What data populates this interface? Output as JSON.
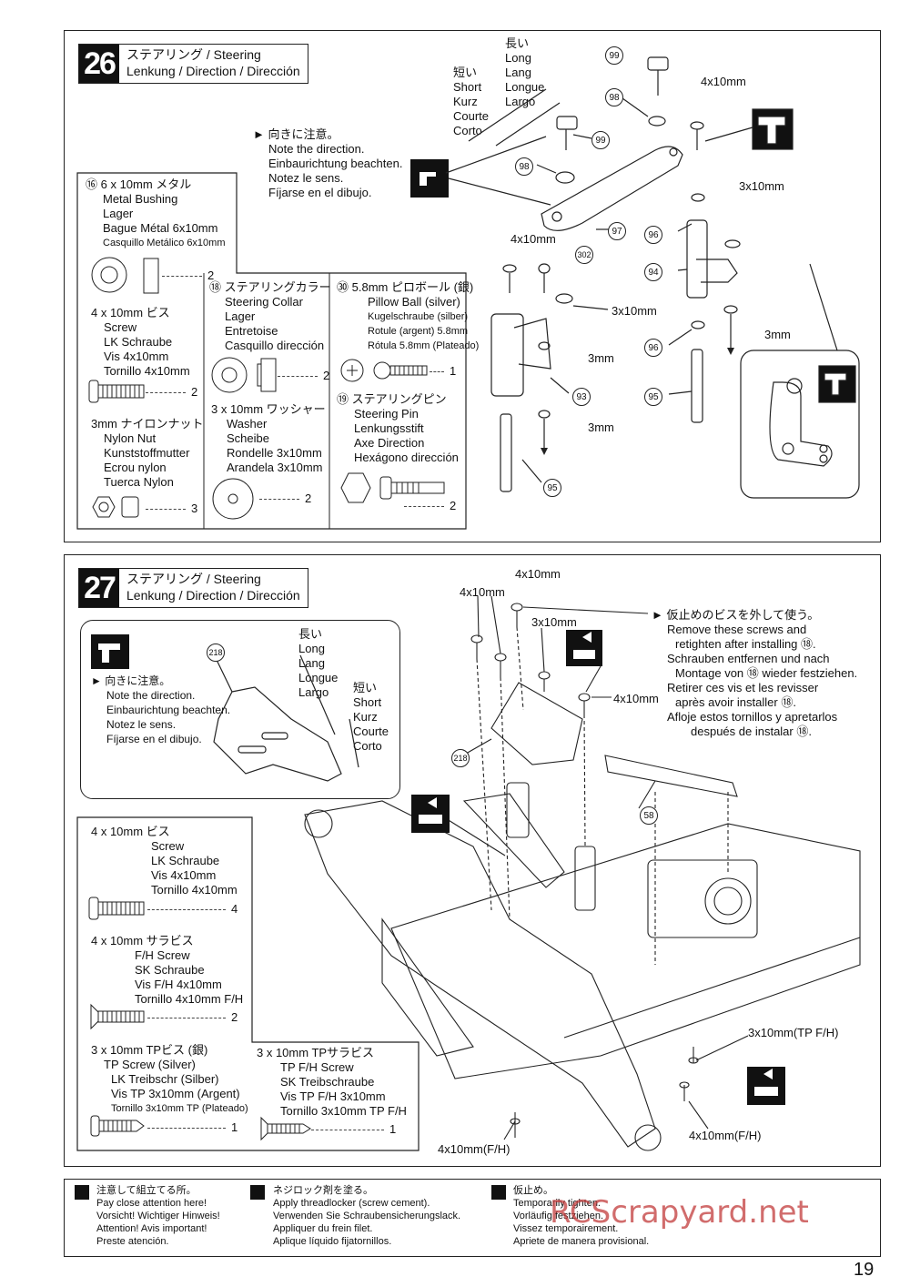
{
  "step26": {
    "number": "26",
    "title_line1": "ステアリング  / Steering",
    "title_line2": "Lenkung / Direction / Dirección",
    "length_long": [
      "長い",
      "Long",
      "Lang",
      "Longue",
      "Largo"
    ],
    "length_short": [
      "短い",
      "Short",
      "Kurz",
      "Courte",
      "Corto"
    ],
    "note_direction": [
      "► 向きに注意。",
      "Note the direction.",
      "Einbaurichtung beachten.",
      "Notez le sens.",
      "Fíjarse en el dibujo."
    ],
    "callouts": [
      "99",
      "98",
      "99",
      "98",
      "97",
      "96",
      "94",
      "96",
      "95",
      "93",
      "95",
      "302"
    ],
    "dims": [
      "4x10mm",
      "3x10mm",
      "4x10mm",
      "3x10mm",
      "3mm",
      "3mm",
      "3mm"
    ],
    "parts": {
      "metal_bushing": {
        "id": "96",
        "lines": [
          "6 x 10mm メタル",
          "Metal Bushing",
          "Lager",
          "Bague Métal 6x10mm",
          "Casquillo Metálico 6x10mm"
        ],
        "qty": "2"
      },
      "screw": {
        "lines": [
          "4 x 10mm  ビス",
          "Screw",
          "LK Schraube",
          "Vis 4x10mm",
          "Tornillo 4x10mm"
        ],
        "qty": "2"
      },
      "nylon_nut": {
        "lines": [
          "3mm ナイロンナット",
          "Nylon Nut",
          "Kunststoffmutter",
          "Ecrou nylon",
          "Tuerca Nylon"
        ],
        "qty": "3"
      },
      "steering_collar": {
        "id": "98",
        "lines": [
          "ステアリングカラー",
          "Steering Collar",
          "Lager",
          "Entretoise",
          "Casquillo dirección"
        ],
        "qty": "2"
      },
      "washer": {
        "lines": [
          "3 x 10mm ワッシャー",
          "Washer",
          "Scheibe",
          "Rondelle 3x10mm",
          "Arandela 3x10mm"
        ],
        "qty": "2"
      },
      "pillow_ball": {
        "id": "302",
        "lines": [
          "5.8mm ピロボール (銀)",
          "Pillow Ball (silver)",
          "Kugelschraube (silber)",
          "Rotule (argent) 5.8mm",
          "Rótula 5.8mm (Plateado)"
        ],
        "qty": "1"
      },
      "steering_pin": {
        "id": "99",
        "lines": [
          "ステアリングピン",
          "Steering Pin",
          "Lenkungsstift",
          "Axe Direction",
          "Hexágono dirección"
        ],
        "qty": "2"
      }
    }
  },
  "step27": {
    "number": "27",
    "title_line1": "ステアリング  / Steering",
    "title_line2": "Lenkung / Direction / Dirección",
    "note_direction": [
      "► 向きに注意。",
      "Note the direction.",
      "Einbaurichtung beachten.",
      "Notez le sens.",
      "Fíjarse en el dibujo."
    ],
    "length_long": [
      "長い",
      "Long",
      "Lang",
      "Longue",
      "Largo"
    ],
    "length_short": [
      "短い",
      "Short",
      "Kurz",
      "Courte",
      "Corto"
    ],
    "remove_note": [
      "► 仮止めのビスを外して使う。",
      "Remove these screws and",
      "retighten after installing ⑱.",
      "Schrauben entfernen und nach",
      "Montage von ⑱ wieder festziehen.",
      "Retirer ces vis et les revisser",
      "après avoir installer ⑱.",
      "Afloje estos tornillos y apretarlos",
      "después de instalar ⑱."
    ],
    "callouts": [
      "218",
      "218",
      "58"
    ],
    "dims": [
      "4x10mm",
      "4x10mm",
      "3x10mm",
      "4x10mm",
      "3x10mm(TP F/H)",
      "4x10mm(F/H)",
      "4x10mm(F/H)"
    ],
    "parts": {
      "screw": {
        "lines": [
          "4 x 10mm  ビス",
          "Screw",
          "LK Schraube",
          "Vis 4x10mm",
          "Tornillo 4x10mm"
        ],
        "qty": "4"
      },
      "fh_screw": {
        "lines": [
          "4 x 10mm  サラビス",
          "F/H Screw",
          "SK Schraube",
          "Vis F/H 4x10mm",
          "Tornillo 4x10mm F/H"
        ],
        "qty": "2"
      },
      "tp_screw": {
        "lines": [
          "3 x 10mm  TPビス (銀)",
          "TP Screw (Silver)",
          "LK Treibschr (Silber)",
          "Vis TP 3x10mm (Argent)",
          "Tornillo 3x10mm TP (Plateado)"
        ],
        "qty": "1"
      },
      "tp_fh_screw": {
        "lines": [
          "3 x 10mm  TPサラビス",
          "TP F/H Screw",
          "SK Treibschraube",
          "Vis TP F/H 3x10mm",
          "Tornillo 3x10mm TP F/H"
        ],
        "qty": "1"
      }
    }
  },
  "legend": {
    "attention": [
      "注意して組立てる所。",
      "Pay close attention here!",
      "Vorsicht!  Wichtiger Hinweis!",
      "Attention! Avis important!",
      "Preste atención."
    ],
    "threadlocker": [
      "ネジロック剤を塗る。",
      "Apply threadlocker (screw cement).",
      "Verwenden Sie Schraubensicherungslack.",
      "Appliquer du frein filet.",
      "Aplique líquido fijatornillos."
    ],
    "temporary": [
      "仮止め。",
      "Temporarily tighten.",
      "Vorläufig festziehen.",
      "Vissez temporairement.",
      "Apriete de manera provisional."
    ]
  },
  "watermark": "RCScrapyard.net",
  "page_number": "19"
}
